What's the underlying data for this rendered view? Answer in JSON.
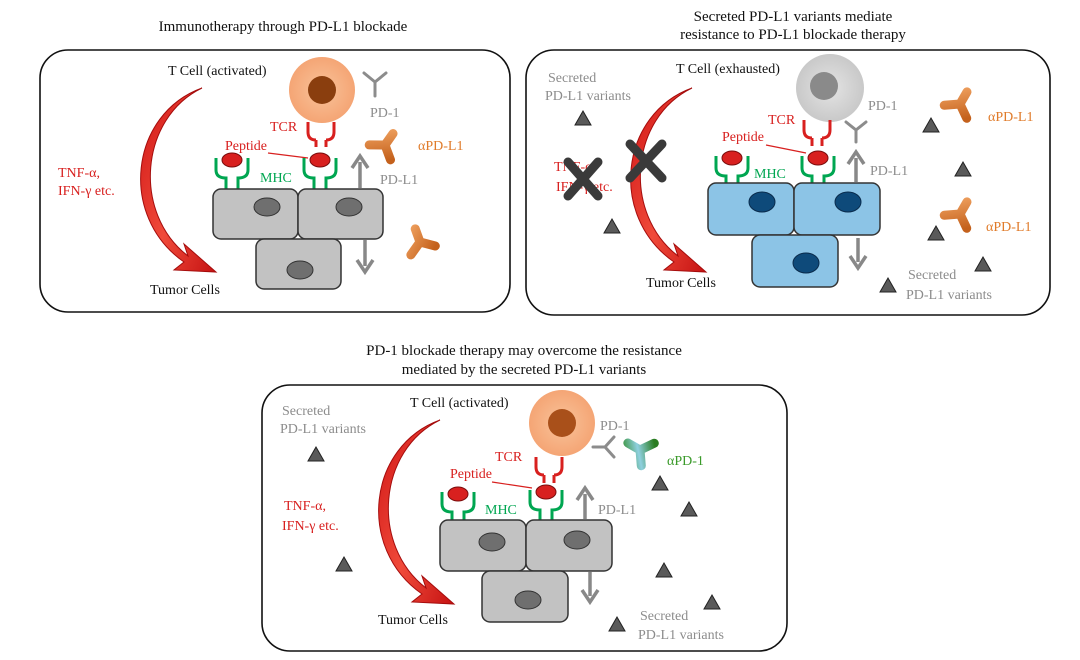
{
  "colors": {
    "red": "#d8201f",
    "green": "#00a651",
    "gray_text": "#8c8c8c",
    "orange": "#e07b2a",
    "dark_green": "#3a9a2a",
    "cell_gray": "#c2c2c2",
    "cell_blue": "#8cc4e6"
  },
  "panel_a": {
    "title": "Immunotherapy through PD-L1 blockade",
    "t_cell": "T Cell (activated)",
    "pd1": "PD-1",
    "tcr": "TCR",
    "peptide": "Peptide",
    "mhc": "MHC",
    "antibody": "αPD-L1",
    "pdl1": "PD-L1",
    "cytokine_1": "TNF-α,",
    "cytokine_2": "IFN-γ etc.",
    "tumor": "Tumor Cells"
  },
  "panel_b": {
    "title_1": "Secreted PD-L1 variants mediate",
    "title_2": "resistance to PD-L1 blockade therapy",
    "t_cell": "T Cell (exhausted)",
    "pd1": "PD-1",
    "tcr": "TCR",
    "peptide": "Peptide",
    "mhc": "MHC",
    "antibody_1": "αPD-L1",
    "antibody_2": "αPD-L1",
    "pdl1": "PD-L1",
    "secreted_1a": "Secreted",
    "secreted_1b": "PD-L1 variants",
    "secreted_2a": "Secreted",
    "secreted_2b": "PD-L1 variants",
    "cytokine_1": "TNF-α,",
    "cytokine_2": "IFN-γ etc.",
    "tumor": "Tumor Cells"
  },
  "panel_c": {
    "title_1": "PD-1 blockade therapy may overcome the resistance",
    "title_2": "mediated by the secreted PD-L1 variants",
    "t_cell": "T Cell (activated)",
    "pd1": "PD-1",
    "antibody": "αPD-1",
    "tcr": "TCR",
    "peptide": "Peptide",
    "mhc": "MHC",
    "pdl1": "PD-L1",
    "secreted_1a": "Secreted",
    "secreted_1b": "PD-L1 variants",
    "secreted_2a": "Secreted",
    "secreted_2b": "PD-L1 variants",
    "cytokine_1": "TNF-α,",
    "cytokine_2": "IFN-γ etc.",
    "tumor": "Tumor Cells"
  }
}
